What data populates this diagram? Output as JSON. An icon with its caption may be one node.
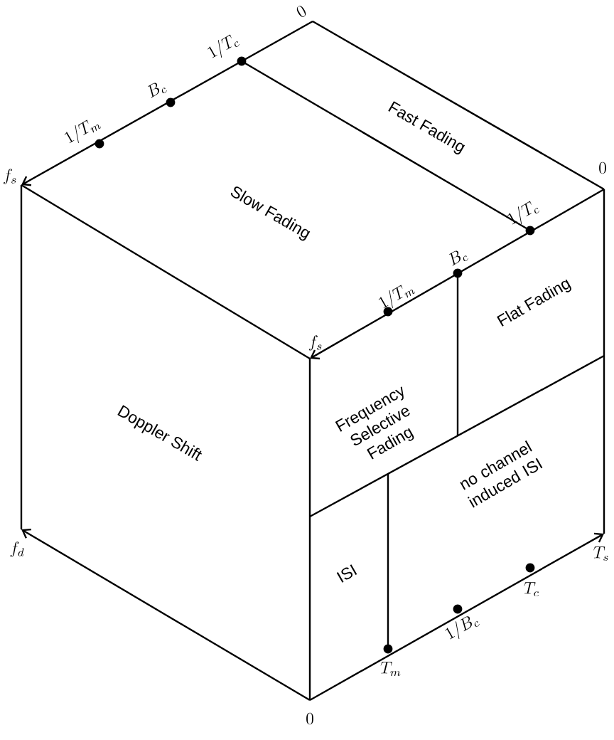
{
  "diagram": {
    "nodes": [
      {
        "text": [
          "Fast Fading"
        ]
      },
      {
        "text": [
          "Slow Fading"
        ]
      },
      {
        "text": [
          "Flat Fading"
        ]
      },
      {
        "text": [
          "Frequency Selective Fading"
        ]
      },
      {
        "text": [
          "Doppler Shift"
        ]
      },
      {
        "text": [
          "ISI"
        ]
      },
      {
        "text": [
          "no channel induced ISI"
        ]
      }
    ],
    "edges": [],
    "labels": [
      "0",
      "1/T_c",
      "B_c",
      "1/T_m",
      "f_s",
      "0",
      "1/T_c",
      "B_c",
      "1/T_m",
      "f_s",
      "f_d",
      "T_s",
      "T_c",
      "1/B_c",
      "T_m",
      "0"
    ]
  }
}
